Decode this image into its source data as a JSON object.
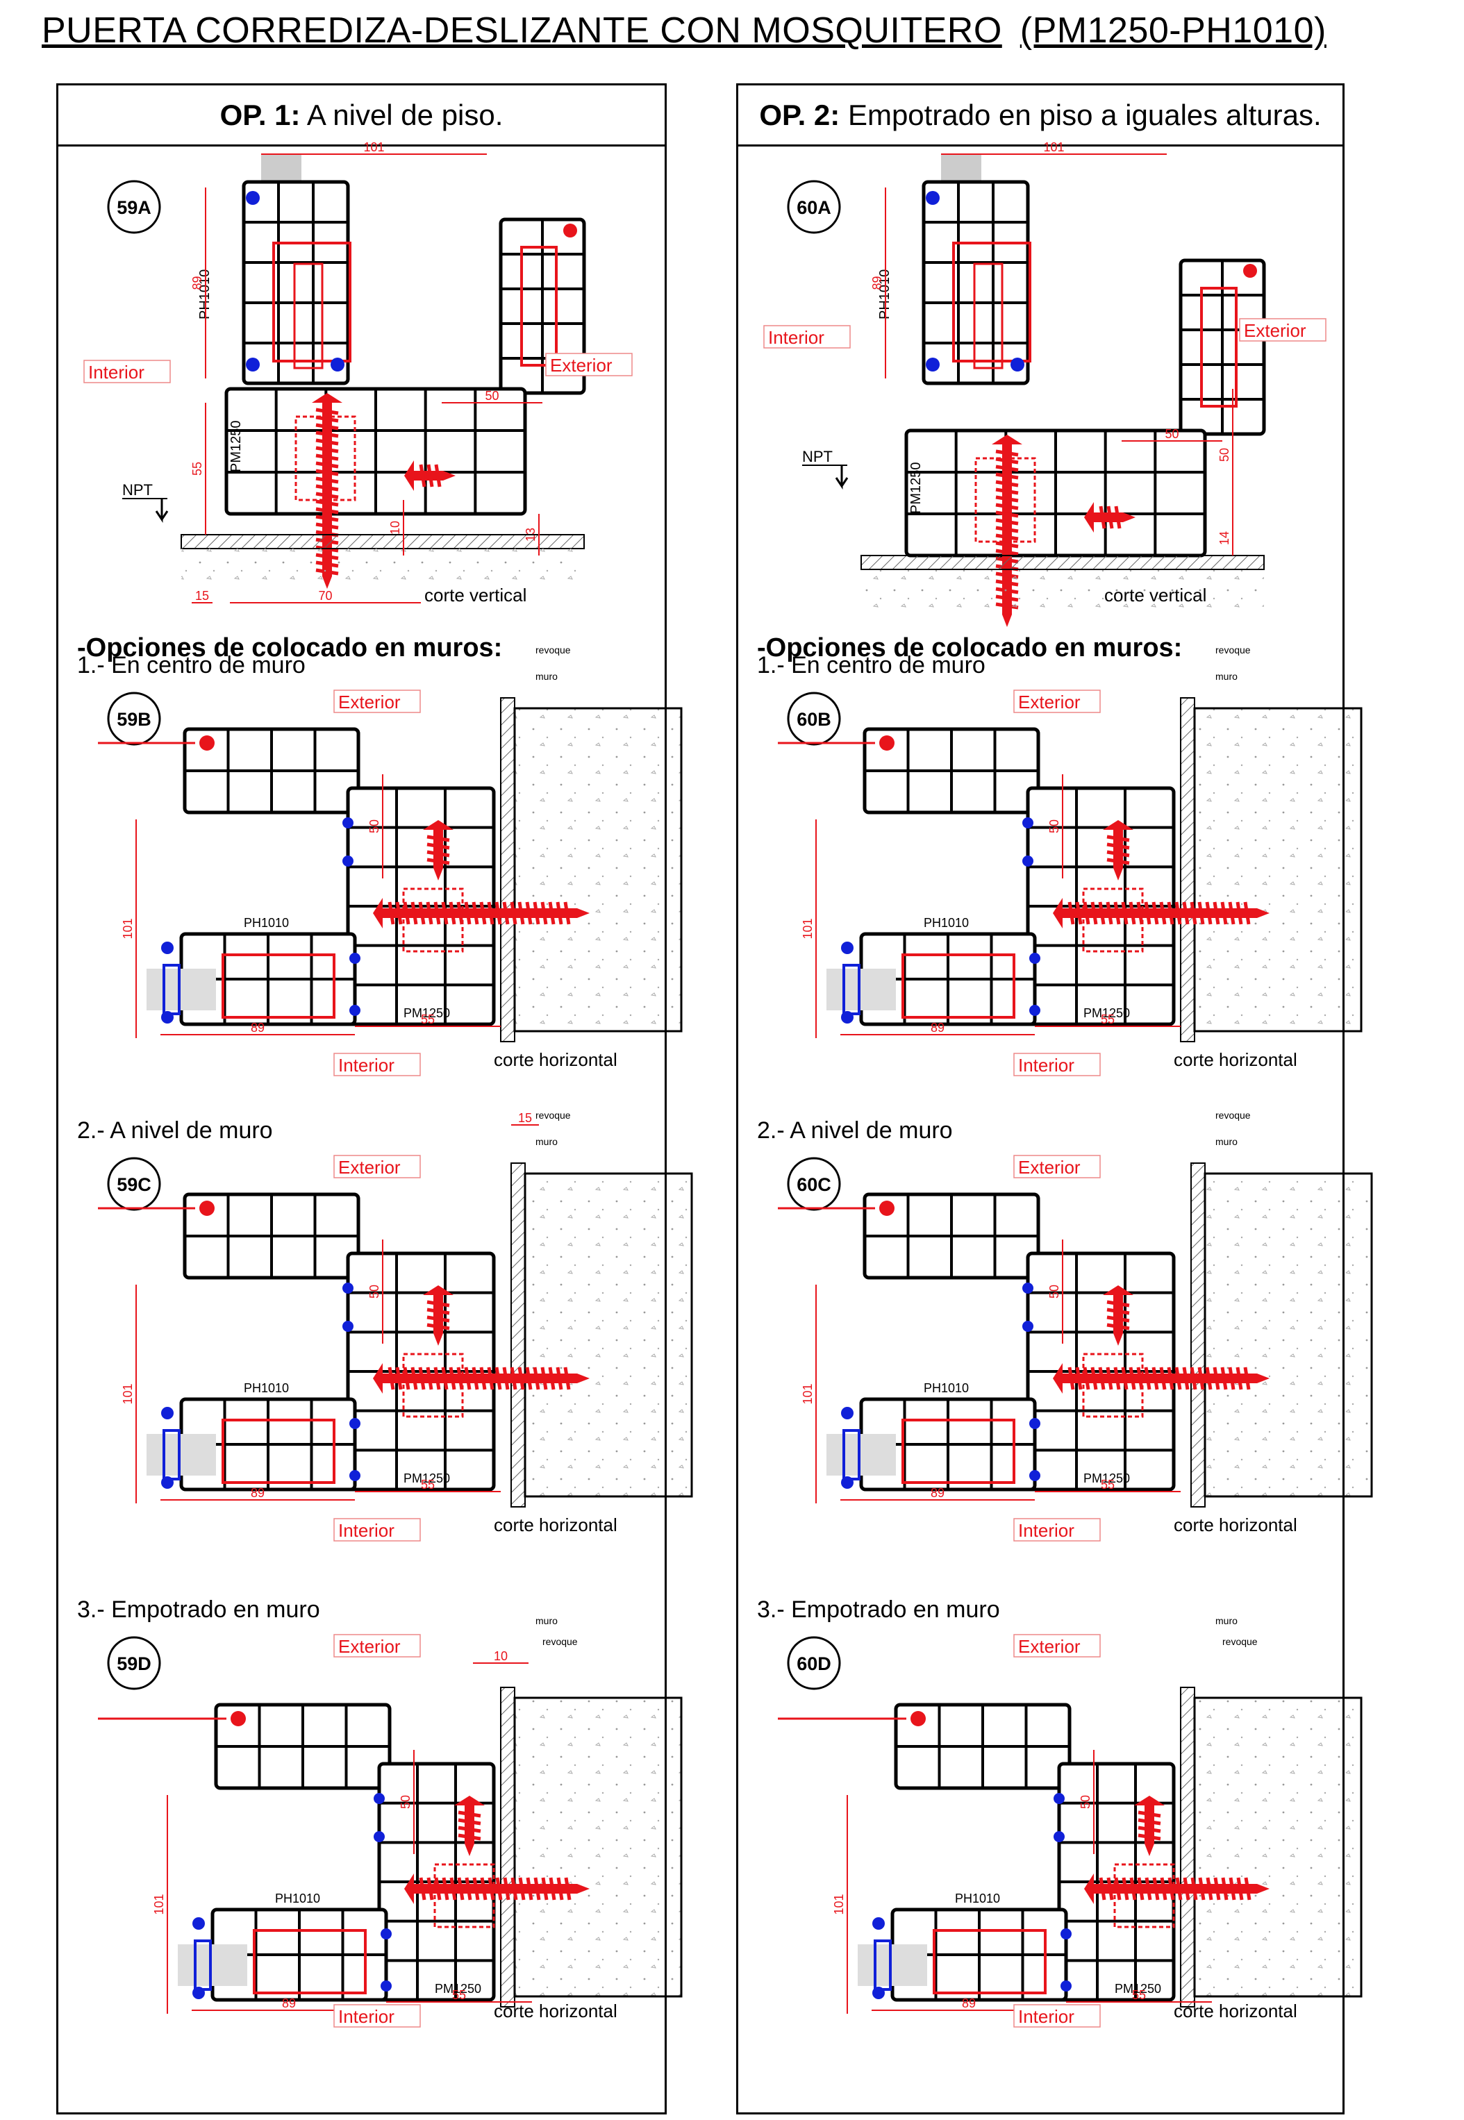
{
  "page": {
    "title": "PUERTA CORREDIZA-DESLIZANTE CON MOSQUITERO",
    "code": "(PM1250-PH1010)"
  },
  "colors": {
    "red": "#e8141b",
    "blue": "#1020d8",
    "ink": "#000000",
    "hatch": "#777777"
  },
  "options": [
    {
      "op_label": "OP. 1:",
      "op_text": "A nivel de piso.",
      "vertical": {
        "detail": "59A",
        "interior": "Interior",
        "exterior": "Exterior",
        "npt": "NPT",
        "profile_top": "PH1010",
        "profile_bottom": "PM1250",
        "dims": [
          "101",
          "89",
          "50",
          "55",
          "10",
          "13",
          "15",
          "70"
        ],
        "caption": "corte vertical"
      },
      "wall_title": "-Opciones de colocado en muros:",
      "walls": [
        {
          "heading": "1.- En centro de muro",
          "detail": "59B",
          "exterior": "Exterior",
          "interior": "Interior",
          "notes": [
            "revoque",
            "muro"
          ],
          "top_dim": "",
          "dims": [
            "50",
            "101",
            "89",
            "55"
          ],
          "ph": "PH1010",
          "pm": "PM1250",
          "caption": "corte horizontal"
        },
        {
          "heading": "2.- A nivel de muro",
          "detail": "59C",
          "exterior": "Exterior",
          "interior": "Interior",
          "notes": [
            "revoque",
            "muro"
          ],
          "top_dim": "15",
          "dims": [
            "50",
            "101",
            "89",
            "55"
          ],
          "ph": "PH1010",
          "pm": "PM1250",
          "caption": "corte horizontal"
        },
        {
          "heading": "3.- Empotrado en muro",
          "detail": "59D",
          "exterior": "Exterior",
          "interior": "Interior",
          "notes": [
            "muro",
            "revoque"
          ],
          "top_dim": "10",
          "dims": [
            "50",
            "101",
            "89",
            "55"
          ],
          "ph": "PH1010",
          "pm": "PM1250",
          "caption": "corte horizontal"
        }
      ]
    },
    {
      "op_label": "OP. 2:",
      "op_text": "Empotrado en piso a iguales alturas.",
      "vertical": {
        "detail": "60A",
        "interior": "Interior",
        "exterior": "Exterior",
        "npt": "NPT",
        "profile_top": "PH1010",
        "profile_bottom": "PM1250",
        "dims": [
          "101",
          "89",
          "50",
          "50",
          "14"
        ],
        "caption": "corte vertical"
      },
      "wall_title": "-Opciones de colocado en muros:",
      "walls": [
        {
          "heading": "1.- En centro de muro",
          "detail": "60B",
          "exterior": "Exterior",
          "interior": "Interior",
          "notes": [
            "revoque",
            "muro"
          ],
          "top_dim": "",
          "dims": [
            "50",
            "101",
            "89",
            "55"
          ],
          "ph": "PH1010",
          "pm": "PM1250",
          "caption": "corte horizontal"
        },
        {
          "heading": "2.- A nivel de muro",
          "detail": "60C",
          "exterior": "Exterior",
          "interior": "Interior",
          "notes": [
            "revoque",
            "muro"
          ],
          "top_dim": "",
          "dims": [
            "50",
            "101",
            "89",
            "55"
          ],
          "ph": "PH1010",
          "pm": "PM1250",
          "caption": "corte horizontal"
        },
        {
          "heading": "3.- Empotrado en muro",
          "detail": "60D",
          "exterior": "Exterior",
          "interior": "Interior",
          "notes": [
            "muro",
            "revoque"
          ],
          "top_dim": "",
          "dims": [
            "50",
            "101",
            "89",
            "55"
          ],
          "ph": "PH1010",
          "pm": "PM1250",
          "caption": "corte horizontal"
        }
      ]
    }
  ]
}
